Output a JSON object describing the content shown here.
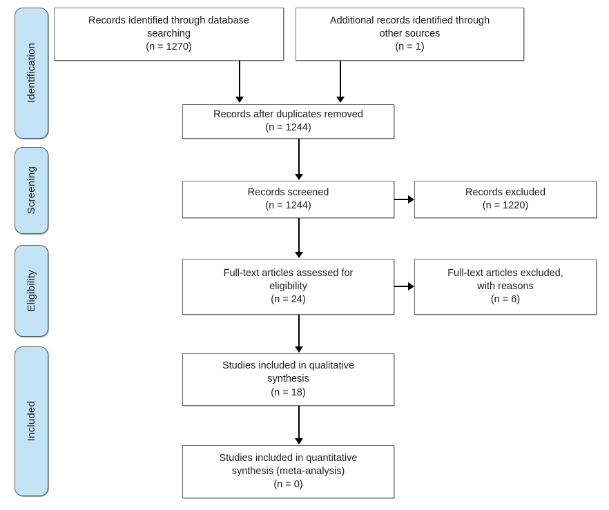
{
  "diagram": {
    "title": "PRISMA flow diagram",
    "colors": {
      "stage_fill": "#c3e3f7",
      "stage_border": "#5a5a5a",
      "box_fill": "#ffffff",
      "box_border": "#6e6e6e",
      "connector": "#000000",
      "text": "#1c1c1c"
    },
    "stages": [
      {
        "id": "identification",
        "label": "Identification"
      },
      {
        "id": "screening",
        "label": "Screening"
      },
      {
        "id": "eligibility",
        "label": "Eligibility"
      },
      {
        "id": "included",
        "label": "Included"
      }
    ],
    "boxes": {
      "database_search": {
        "text": "Records identified through database\nsearching\n(n = 1270)",
        "count_label": "(n = 1270)",
        "count": 1270
      },
      "other_sources": {
        "text": "Additional records identified through\nother sources\n(n = 1)",
        "count_label": "(n = 1)",
        "count": 1
      },
      "duplicates_removed": {
        "text": "Records after duplicates removed\n(n = 1244)",
        "count_label": "(n = 1244)",
        "count": 1244
      },
      "records_screened": {
        "text": "Records screened\n(n = 1244)",
        "count_label": "(n = 1244)",
        "count": 1244
      },
      "records_excluded": {
        "text": "Records excluded\n(n = 1220)",
        "count_label": "(n = 1220)",
        "count": 1220
      },
      "fulltext_assessed": {
        "text": "Full-text articles assessed for\neligibility\n(n = 24)",
        "count_label": "(n = 24)",
        "count": 24
      },
      "fulltext_excluded": {
        "text": "Full-text articles excluded,\nwith reasons\n(n = 6)",
        "count_label": "(n = 6)",
        "count": 6
      },
      "qualitative_synthesis": {
        "text": "Studies included in qualitative\nsynthesis\n(n = 18)",
        "count_label": "(n = 18)",
        "count": 18
      },
      "quantitative_synthesis": {
        "text": "Studies included in quantitative\nsynthesis (meta-analysis)\n(n = 0)",
        "count_label": "(n = 0)",
        "count": 0
      }
    }
  }
}
